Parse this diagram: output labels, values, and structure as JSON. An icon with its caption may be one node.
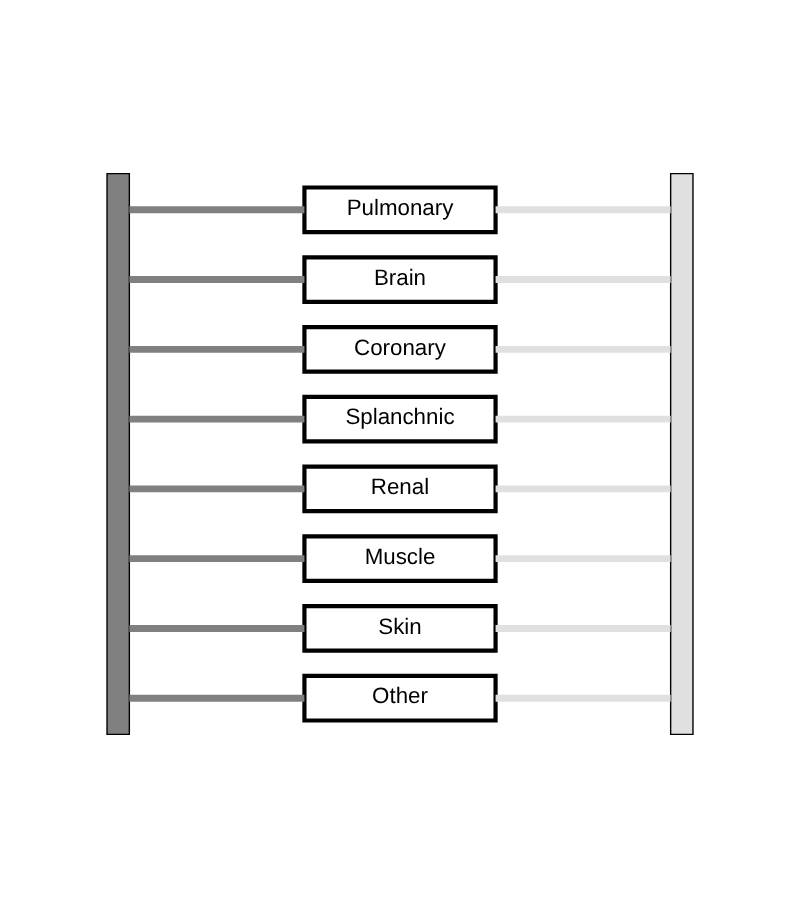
{
  "diagram": {
    "nodes": [
      {
        "text": [
          "Pulmonary"
        ]
      },
      {
        "text": [
          "Brain"
        ]
      },
      {
        "text": [
          "Coronary"
        ]
      },
      {
        "text": [
          "Splanchnic"
        ]
      },
      {
        "text": [
          "Renal"
        ]
      },
      {
        "text": [
          "Muscle"
        ]
      },
      {
        "text": [
          "Skin"
        ]
      },
      {
        "text": [
          "Other"
        ]
      },
      {
        "text": [],
        "shape": "bar"
      },
      {
        "text": [],
        "shape": "bar"
      }
    ],
    "edges": [
      {
        "from": 8,
        "to": 0,
        "arrow": "none"
      },
      {
        "from": 0,
        "to": 9,
        "arrow": "none",
        "color": "#e0e0e0"
      },
      {
        "from": 8,
        "to": 1,
        "arrow": "none"
      },
      {
        "from": 1,
        "to": 9,
        "arrow": "none",
        "color": "#e0e0e0"
      },
      {
        "from": 8,
        "to": 2,
        "arrow": "none"
      },
      {
        "from": 2,
        "to": 9,
        "arrow": "none",
        "color": "#e0e0e0"
      },
      {
        "from": 8,
        "to": 3,
        "arrow": "none"
      },
      {
        "from": 3,
        "to": 9,
        "arrow": "none",
        "color": "#e0e0e0"
      },
      {
        "from": 8,
        "to": 4,
        "arrow": "none"
      },
      {
        "from": 4,
        "to": 9,
        "arrow": "none",
        "color": "#e0e0e0"
      },
      {
        "from": 8,
        "to": 5,
        "arrow": "none"
      },
      {
        "from": 5,
        "to": 9,
        "arrow": "none",
        "color": "#e0e0e0"
      },
      {
        "from": 8,
        "to": 6,
        "arrow": "none"
      },
      {
        "from": 6,
        "to": 9,
        "arrow": "none",
        "color": "#e0e0e0"
      },
      {
        "from": 8,
        "to": 7,
        "arrow": "none"
      },
      {
        "from": 7,
        "to": 9,
        "arrow": "none",
        "color": "#e0e0e0"
      }
    ]
  }
}
